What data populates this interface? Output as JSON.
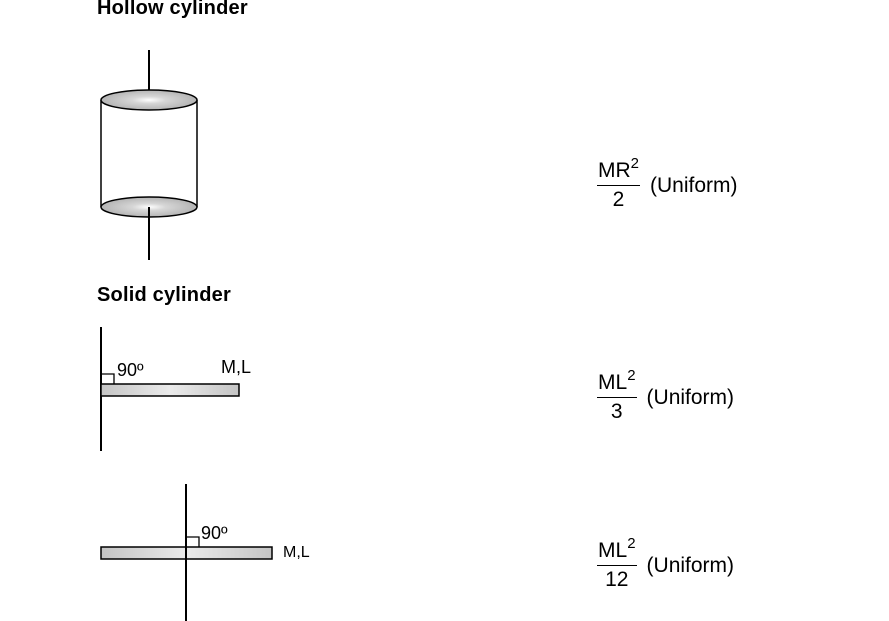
{
  "headings": {
    "hollow": "Hollow cylinder",
    "solid": "Solid cylinder"
  },
  "formulas": [
    {
      "numerator_base": "MR",
      "exponent": "2",
      "denominator": "2",
      "condition": "(Uniform)"
    },
    {
      "numerator_base": "ML",
      "exponent": "2",
      "denominator": "3",
      "condition": "(Uniform)"
    },
    {
      "numerator_base": "ML",
      "exponent": "2",
      "denominator": "12",
      "condition": "(Uniform)"
    }
  ],
  "rod_end": {
    "angle_label": "90º",
    "mass_length_label": "M,L"
  },
  "rod_center": {
    "angle_label": "90º",
    "mass_length_label": "M,L"
  },
  "colors": {
    "rod_fill": "#c8c8c8",
    "ellipse_fill": "#c4c4c4",
    "stroke": "#000000"
  }
}
